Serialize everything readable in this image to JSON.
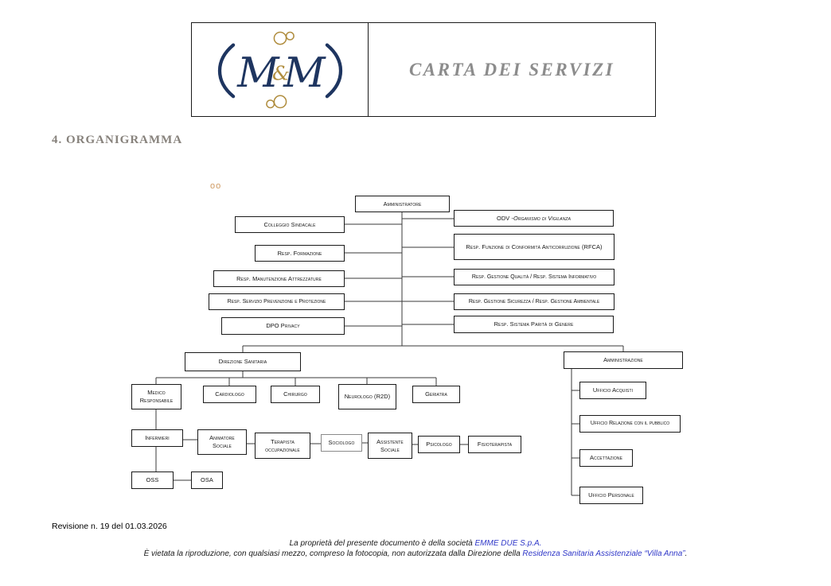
{
  "header": {
    "logo": {
      "m_left": "M",
      "amp": "&",
      "m_right": "M"
    },
    "title": "CARTA DEI SERVIZI"
  },
  "section": {
    "title": "4. ORGANIGRAMMA"
  },
  "artifact": {
    "text": "oo"
  },
  "colors": {
    "logo_navy": "#1e3560",
    "logo_gold": "#b08d3e",
    "title_gray": "#8c8c8c",
    "section_gray": "#87827c",
    "link_blue": "#3038c8"
  },
  "orgchart": {
    "nodes": {
      "amministratore": {
        "label": "Amministratore"
      },
      "colleggio_sindacale": {
        "label": "Colleggio Sindacale"
      },
      "odv": {
        "prefix": "ODV - ",
        "name": "Organismo di Vigilanza"
      },
      "resp_formazione": {
        "label": "Resp. Formazione"
      },
      "rfca": {
        "label": "Resp. Funzione di Conformità Anticorruzione (RFCA)"
      },
      "resp_manutenzione": {
        "label": "Resp. Manutenzione Attrezzature"
      },
      "resp_qualita": {
        "label": "Resp. Gestione Qualità / Resp. Sistema Informativo"
      },
      "resp_prevenzione": {
        "label": "Resp. Servizio Prevenzione e Protezione"
      },
      "resp_sicurezza": {
        "label": "Resp. Gestione Sicurezza / Resp. Gestione Ambientale"
      },
      "dpo_privacy": {
        "label": "DPO Privacy"
      },
      "resp_parita": {
        "label": "Resp. Sistema Parità di Genere"
      },
      "direzione_sanitaria": {
        "label": "Direzione Sanitaria"
      },
      "amministrazione": {
        "label": "Amministrazione"
      },
      "medico_responsabile": {
        "label": "Medico Responsabile"
      },
      "cardiologo": {
        "label": "Cardiologo"
      },
      "chirurgo": {
        "label": "Chirurgo"
      },
      "neurologo": {
        "label": "Neurologo (R2D)"
      },
      "geriatra": {
        "label": "Geriatra"
      },
      "ufficio_acquisti": {
        "label": "Ufficio Acquisti"
      },
      "ufficio_relazione": {
        "label": "Ufficio Relazione con il pubblico"
      },
      "infermieri": {
        "label": "Infermieri"
      },
      "animatore_sociale": {
        "label": "Animatore Sociale"
      },
      "terapista_occupazionale": {
        "label": "Terapista occupazionale"
      },
      "sociologo": {
        "label": "Sociologo"
      },
      "assistente_sociale": {
        "label": "Assistente Sociale"
      },
      "psicologo": {
        "label": "Psicologo"
      },
      "fisioterapista": {
        "label": "Fisioterapista"
      },
      "oss": {
        "label": "OSS"
      },
      "osa": {
        "label": "OSA"
      },
      "accettazione": {
        "label": "Accettazione"
      },
      "ufficio_personale": {
        "label": "Ufficio Personale"
      }
    }
  },
  "footer": {
    "revision": "Revisione n. 19 del 01.03.2026",
    "line1_prefix": "La proprietà del presente documento è della società ",
    "line1_link": "EMME DUE S.p.A.",
    "line2_prefix": "È vietata la riproduzione, con qualsiasi mezzo, compreso la fotocopia, non autorizzata dalla Direzione della ",
    "line2_link": "Residenza Sanitaria Assistenziale “Villa Anna”",
    "line2_suffix": "."
  }
}
